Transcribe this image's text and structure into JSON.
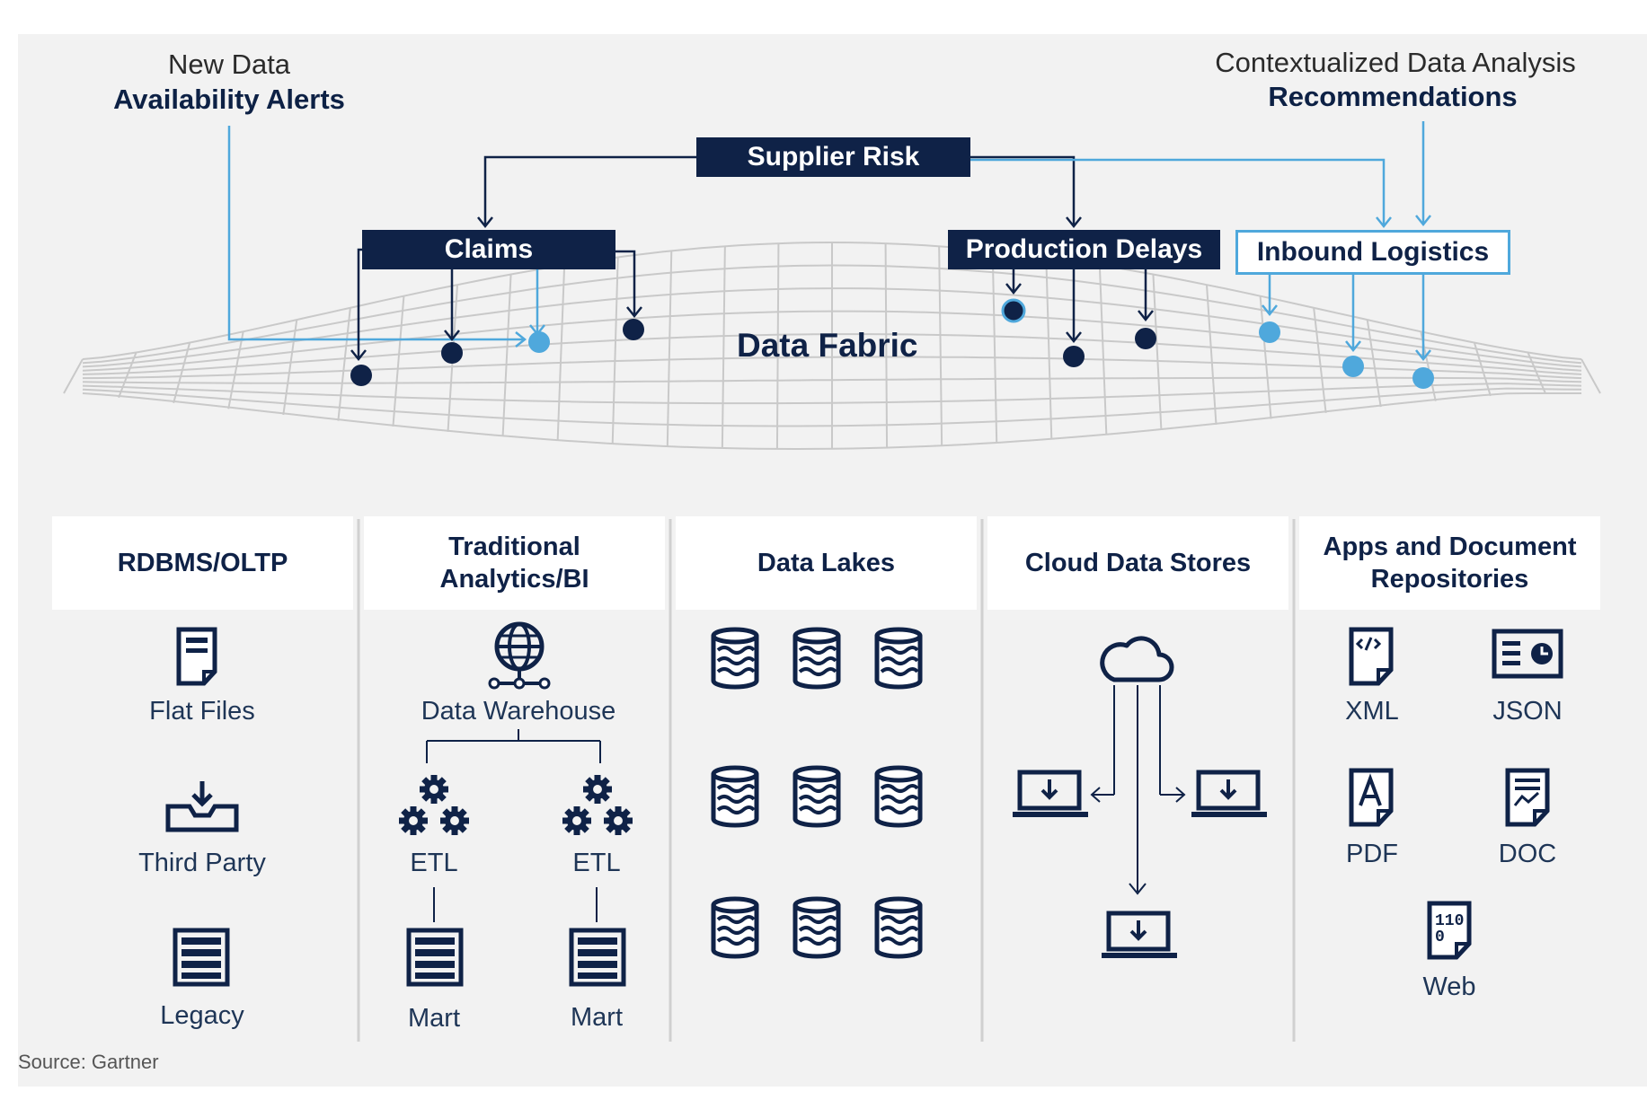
{
  "top_left": {
    "line1": "New Data",
    "line2": "Availability Alerts"
  },
  "top_right": {
    "line1": "Contextualized Data Analysis",
    "line2": "Recommendations"
  },
  "boxes": {
    "supplier_risk": "Supplier Risk",
    "claims": "Claims",
    "production_delays": "Production Delays",
    "inbound_logistics": "Inbound Logistics"
  },
  "fabric_label": "Data Fabric",
  "columns": [
    {
      "title": "RDBMS/OLTP",
      "items": [
        "Flat Files",
        "Third Party",
        "Legacy"
      ]
    },
    {
      "title": "Traditional Analytics/BI",
      "items": [
        "Data Warehouse",
        "ETL",
        "ETL",
        "Mart",
        "Mart"
      ]
    },
    {
      "title": "Data Lakes",
      "items": []
    },
    {
      "title": "Cloud Data Stores",
      "items": []
    },
    {
      "title": "Apps and Document Repositories",
      "items": [
        "XML",
        "JSON",
        "PDF",
        "DOC",
        "Web"
      ]
    }
  ],
  "source": "Source: Gartner",
  "colors": {
    "dark": "#0f2247",
    "accent": "#4fa8dc",
    "panel": "#f2f2f2",
    "mesh": "#c8c8c8"
  },
  "icons": [
    "file-icon",
    "inbox-download-icon",
    "server-icon",
    "globe-network-icon",
    "gears-icon",
    "database-icon",
    "cloud-icon",
    "laptop-download-icon",
    "xml-file-icon",
    "json-icon",
    "pdf-file-icon",
    "doc-file-icon",
    "web-file-icon"
  ]
}
